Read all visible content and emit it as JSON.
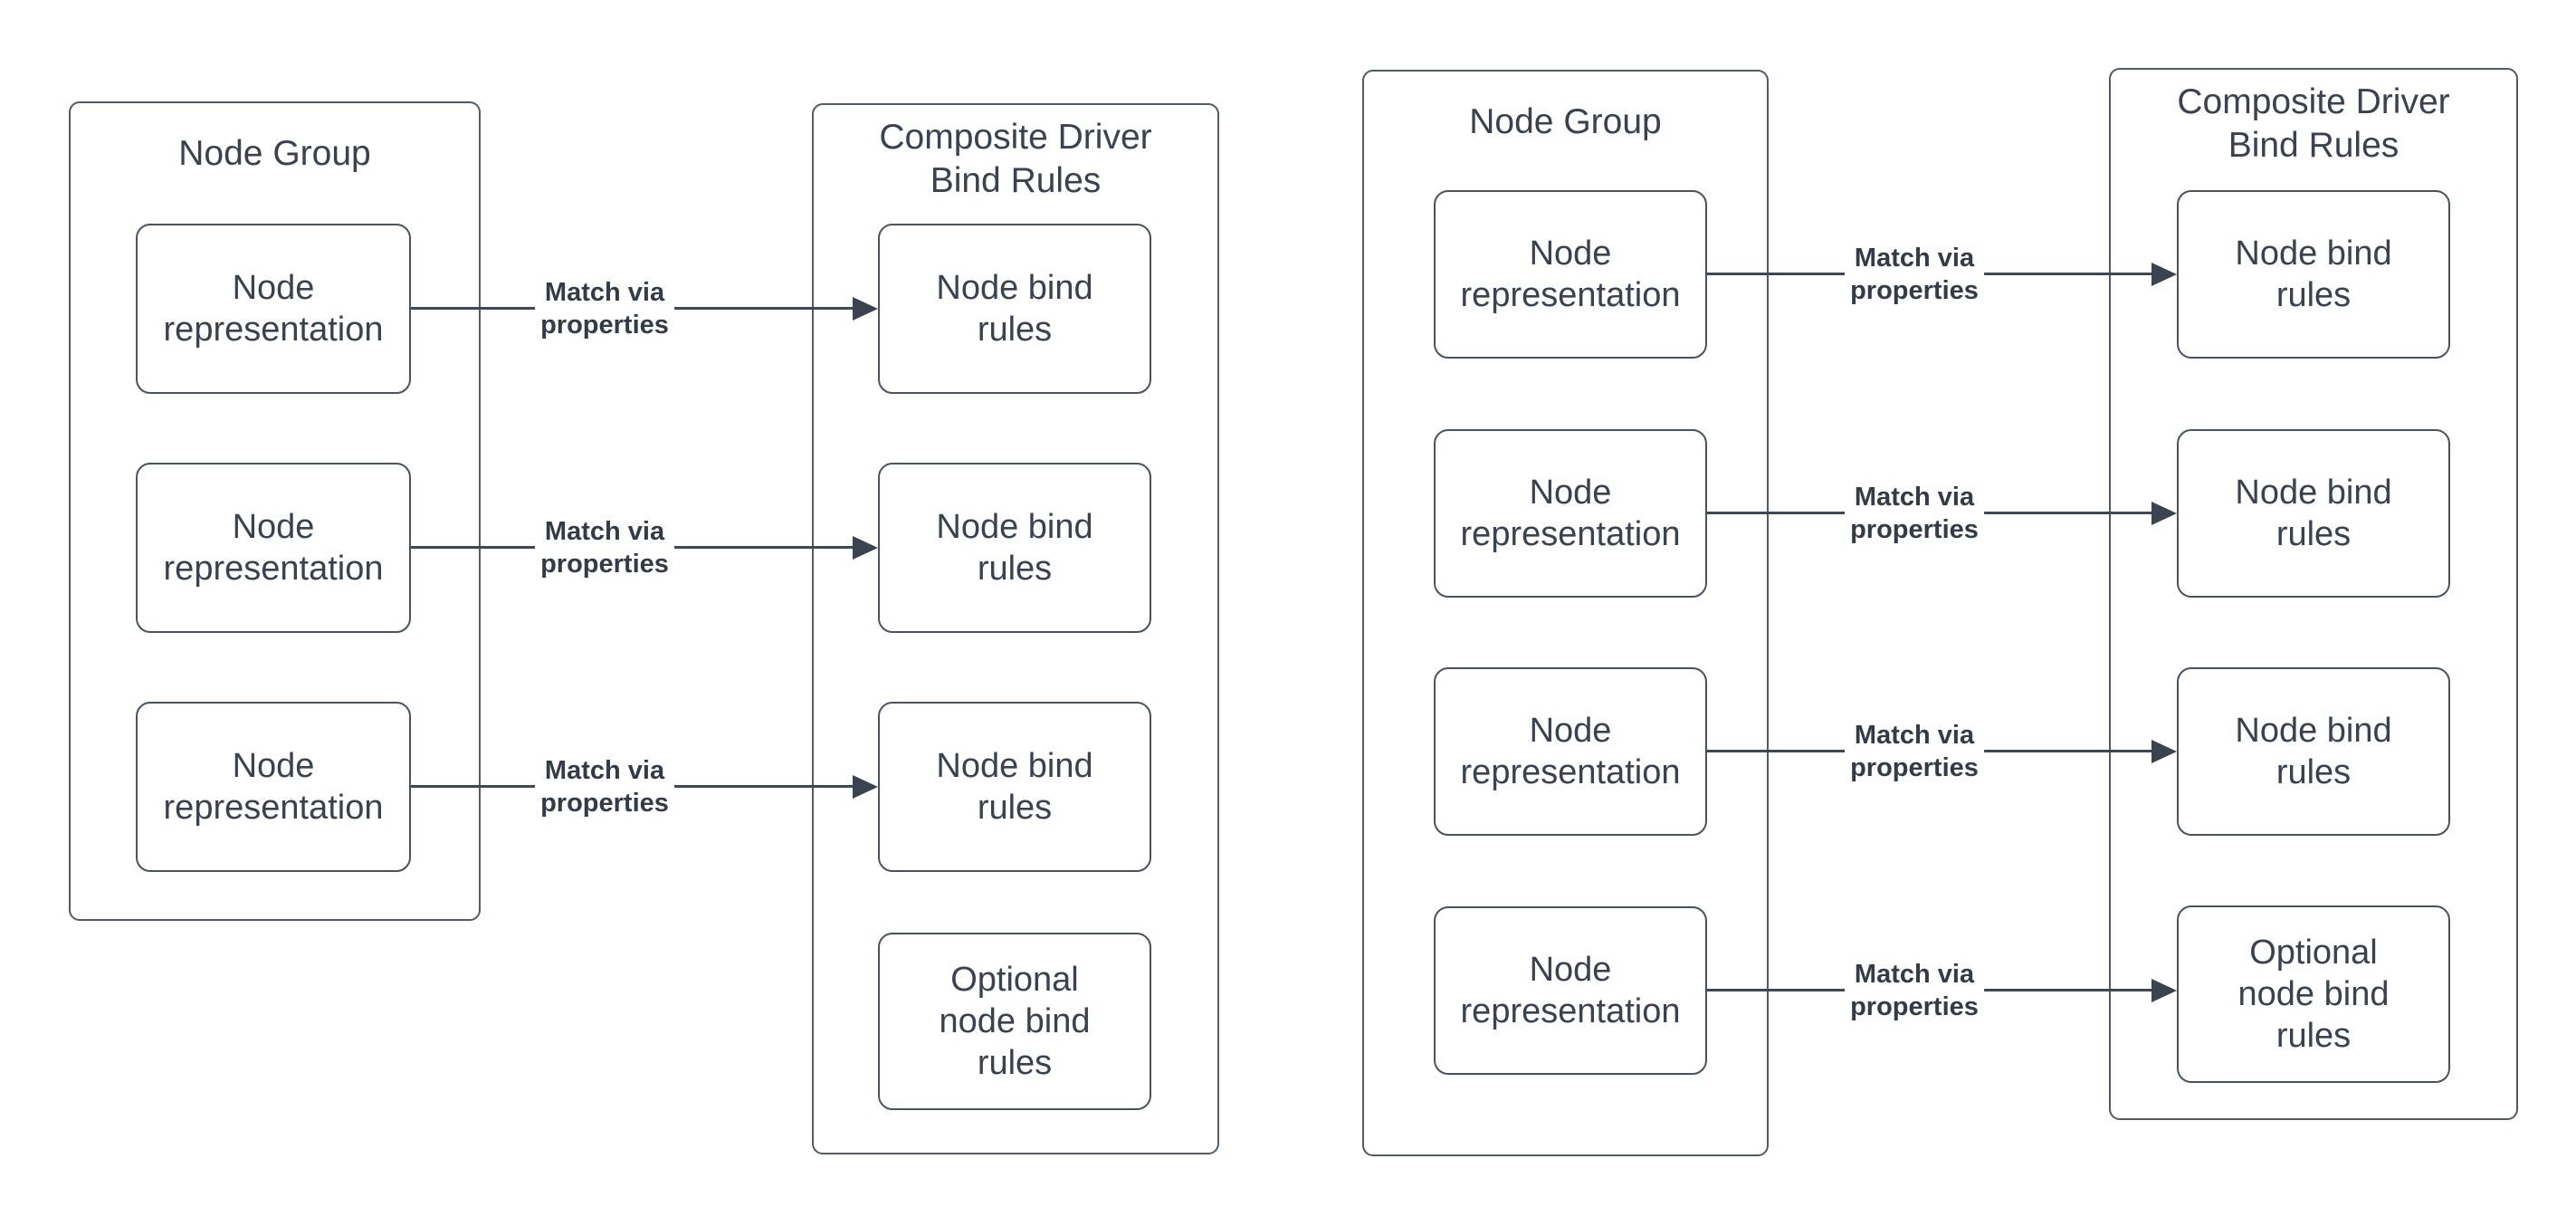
{
  "colors": {
    "container_stroke": "#505a68",
    "box_stroke": "#49525f",
    "line": "#3e4854",
    "text": "#39424e",
    "label_text": "#333b46",
    "background": "#ffffff"
  },
  "left_diagram": {
    "group": {
      "title": "Node Group",
      "nodes": [
        {
          "label": "Node\nrepresentation"
        },
        {
          "label": "Node\nrepresentation"
        },
        {
          "label": "Node\nrepresentation"
        }
      ]
    },
    "composite": {
      "title": "Composite Driver\nBind Rules",
      "rules": [
        {
          "label": "Node bind\nrules"
        },
        {
          "label": "Node bind\nrules"
        },
        {
          "label": "Node bind\nrules"
        },
        {
          "label": "Optional\nnode bind\nrules"
        }
      ]
    },
    "edges": [
      {
        "label": "Match via\nproperties"
      },
      {
        "label": "Match via\nproperties"
      },
      {
        "label": "Match via\nproperties"
      }
    ]
  },
  "right_diagram": {
    "group": {
      "title": "Node Group",
      "nodes": [
        {
          "label": "Node\nrepresentation"
        },
        {
          "label": "Node\nrepresentation"
        },
        {
          "label": "Node\nrepresentation"
        },
        {
          "label": "Node\nrepresentation"
        }
      ]
    },
    "composite": {
      "title": "Composite Driver\nBind Rules",
      "rules": [
        {
          "label": "Node bind\nrules"
        },
        {
          "label": "Node bind\nrules"
        },
        {
          "label": "Node bind\nrules"
        },
        {
          "label": "Optional\nnode bind\nrules"
        }
      ]
    },
    "edges": [
      {
        "label": "Match via\nproperties"
      },
      {
        "label": "Match via\nproperties"
      },
      {
        "label": "Match via\nproperties"
      },
      {
        "label": "Match via\nproperties"
      }
    ]
  }
}
